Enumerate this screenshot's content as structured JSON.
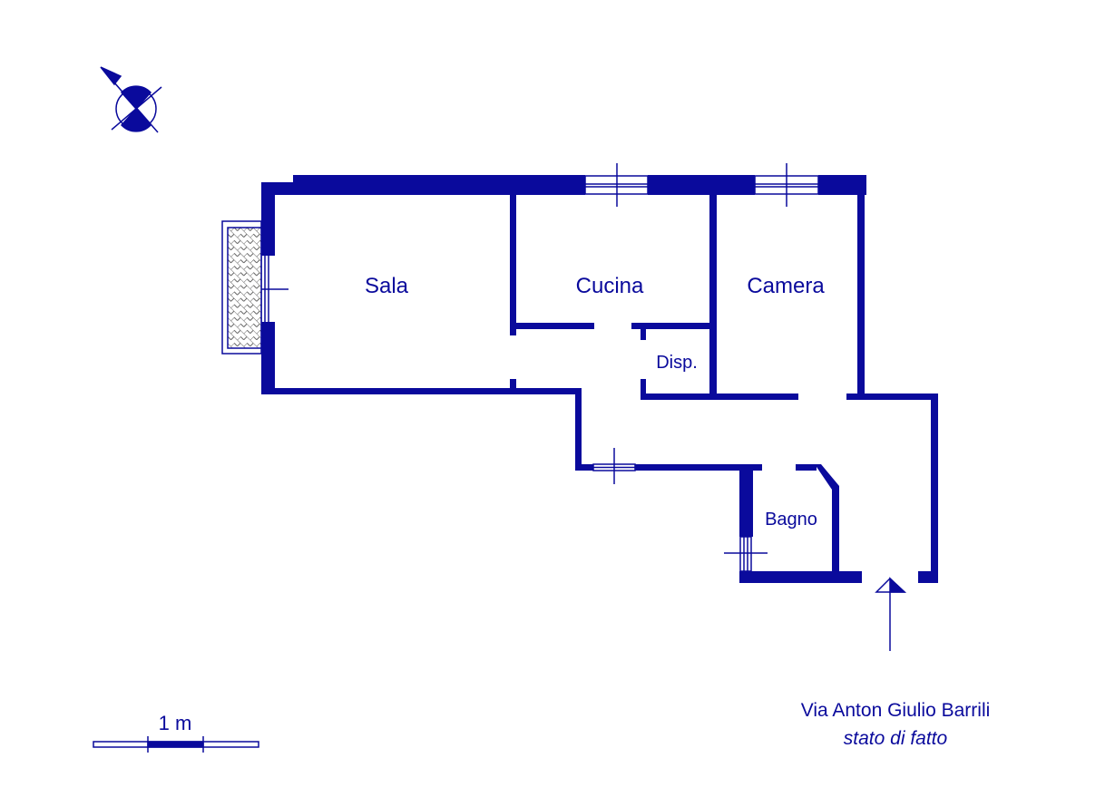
{
  "plan": {
    "rooms": {
      "sala": "Sala",
      "cucina": "Cucina",
      "camera": "Camera",
      "disp": "Disp.",
      "bagno": "Bagno"
    },
    "scale_label": "1 m",
    "address": "Via Anton Giulio Barrili",
    "status": "stato di fatto"
  },
  "colors": {
    "wall": "#0a0a9c",
    "background": "#ffffff"
  },
  "icons": [
    "compass-icon",
    "entrance-arrow-icon",
    "window-icon",
    "balcony-hatch"
  ]
}
